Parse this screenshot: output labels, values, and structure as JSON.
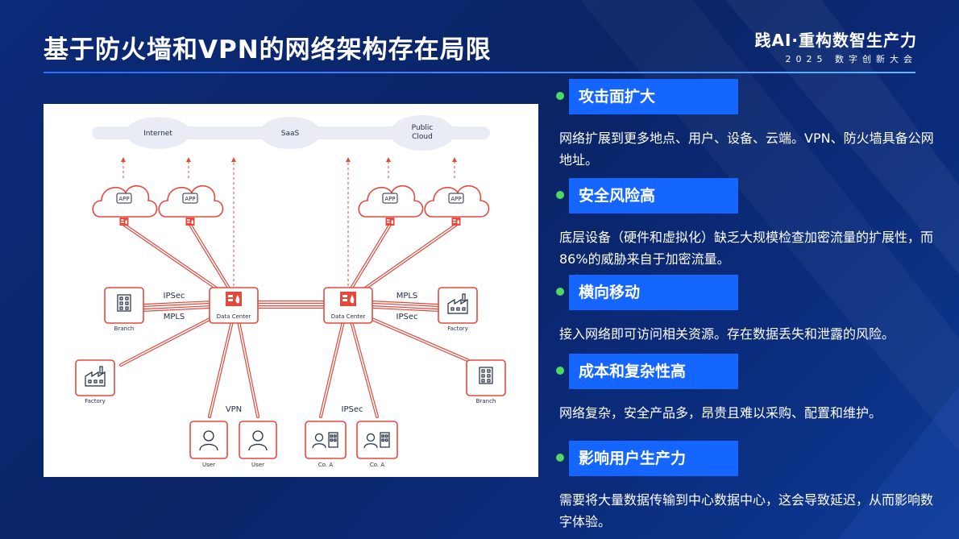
{
  "page": {
    "title": "基于防火墙和VPN的网络架构存在局限",
    "brand": "践AI·重构数智生产力",
    "brand_sub": "2025 数字创新大会"
  },
  "diagram": {
    "clouds": [
      "Internet",
      "SaaS",
      "Public Cloud"
    ],
    "app_label": "APP",
    "data_center": "Data Center",
    "branch": "Branch",
    "factory": "Factory",
    "user": "User",
    "company": "Co. A",
    "ipsec": "IPSec",
    "mpls": "MPLS",
    "vpn": "VPN"
  },
  "issues": [
    {
      "title": "攻击面扩大",
      "desc": "网络扩展到更多地点、用户、设备、云端。VPN、防火墙具备公网地址。"
    },
    {
      "title": "安全风险高",
      "desc": "底层设备（硬件和虚拟化）缺乏大规模检查加密流量的扩展性，而86%的威胁来自于加密流量。"
    },
    {
      "title": "横向移动",
      "desc": "接入网络即可访问相关资源。存在数据丢失和泄露的风险。"
    },
    {
      "title": "成本和复杂性高",
      "desc": "网络复杂，安全产品多，昂贵且难以采购、配置和维护。"
    },
    {
      "title": "影响用户生产力",
      "desc": "需要将大量数据传输到中心数据中心，这会导致延迟，从而影响数字体验。"
    }
  ],
  "colors": {
    "accent_blue": "#1565ff",
    "bullet_green": "#4cd964",
    "node_red": "#e5493d",
    "background": "#0a2466"
  }
}
